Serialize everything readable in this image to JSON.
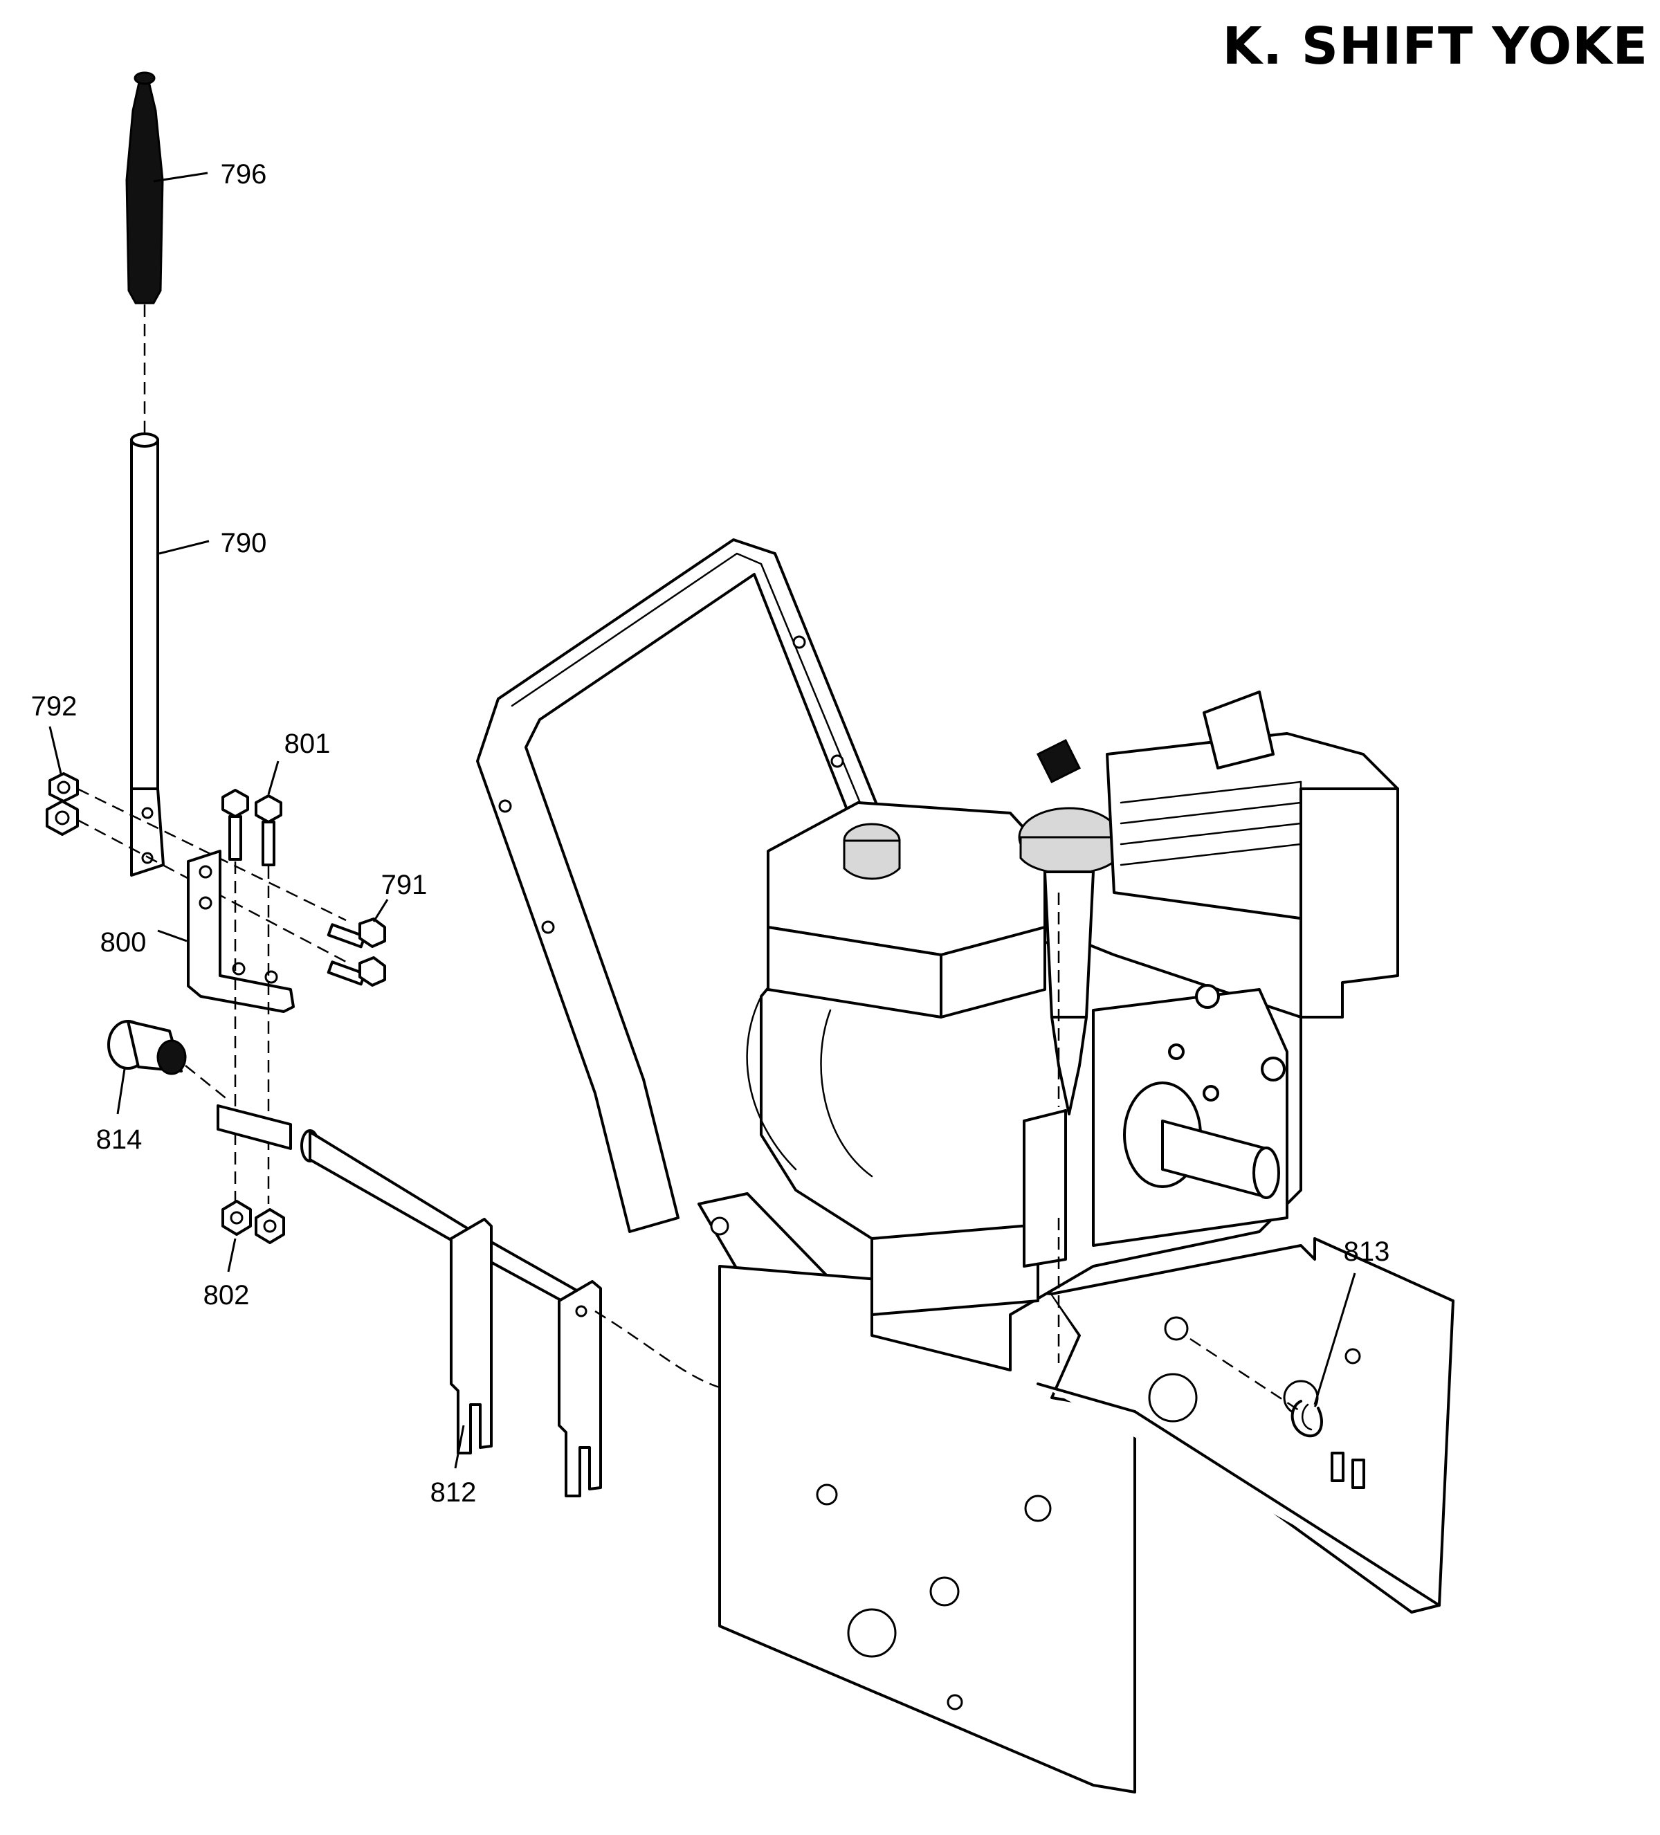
{
  "title": "K. SHIFT YOKE",
  "callouts": [
    {
      "id": "796",
      "label": "796"
    },
    {
      "id": "790",
      "label": "790"
    },
    {
      "id": "792",
      "label": "792"
    },
    {
      "id": "801",
      "label": "801"
    },
    {
      "id": "791",
      "label": "791"
    },
    {
      "id": "800",
      "label": "800"
    },
    {
      "id": "814",
      "label": "814"
    },
    {
      "id": "802",
      "label": "802"
    },
    {
      "id": "812",
      "label": "812"
    },
    {
      "id": "813",
      "label": "813"
    }
  ]
}
